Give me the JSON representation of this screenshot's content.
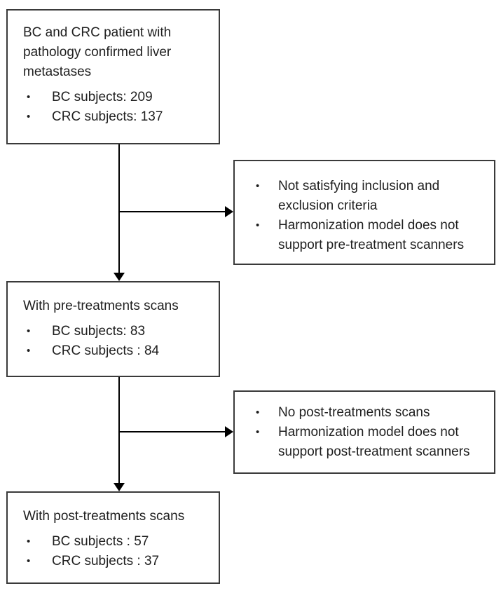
{
  "diagram": {
    "type": "flowchart",
    "nodes": {
      "box1": {
        "title": "BC and CRC patient with pathology confirmed liver metastases",
        "bullets": [
          "BC subjects: 209",
          "CRC subjects: 137"
        ]
      },
      "excl1": {
        "bullets": [
          "Not satisfying inclusion and exclusion criteria",
          "Harmonization model does not support pre-treatment scanners"
        ]
      },
      "box2": {
        "title": "With pre-treatments scans",
        "bullets": [
          "BC subjects: 83",
          "CRC subjects : 84"
        ]
      },
      "excl2": {
        "bullets": [
          "No post-treatments scans",
          "Harmonization model does not support post-treatment scanners"
        ]
      },
      "box3": {
        "title": "With post-treatments scans",
        "bullets": [
          "BC subjects : 57",
          "CRC subjects : 37"
        ]
      }
    },
    "bullet_glyph": "•",
    "colors": {
      "box_border": "#3a3a3a",
      "connector": "#000000",
      "text": "#1f1f1f",
      "background": "#ffffff"
    }
  }
}
